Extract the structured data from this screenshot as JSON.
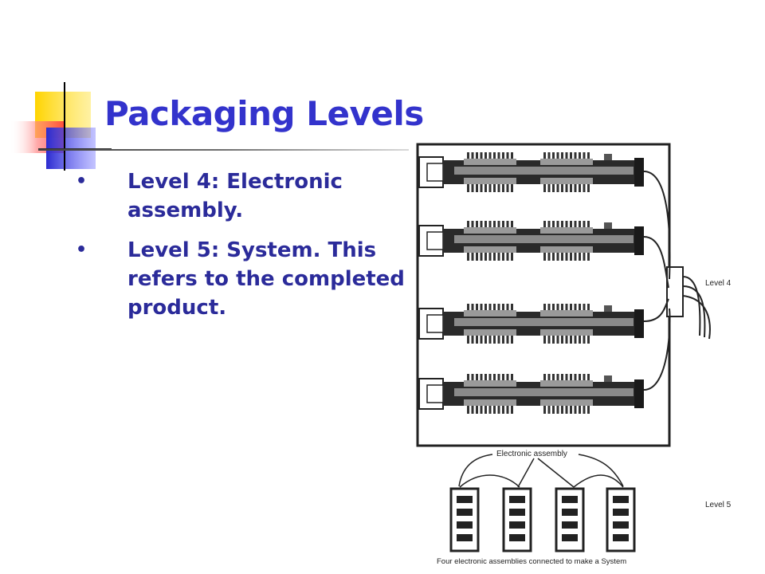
{
  "slide": {
    "title": "Packaging Levels",
    "bullets": [
      {
        "marker": "•",
        "text": "Level 4: Electronic assembly."
      },
      {
        "marker": "•",
        "text": "Level 5: System. This refers to the completed product."
      }
    ]
  },
  "diagram": {
    "label_level4": "Level 4",
    "label_level5": "Level 5",
    "label_electronic_assembly": "Electronic assembly",
    "caption": "Four electronic assemblies connected to make a System"
  },
  "colors": {
    "title": "#3333cc",
    "bullet_text": "#2b2b9a",
    "accent_yellow": "#ffcc00",
    "accent_blue": "#3333cc",
    "accent_red": "#ff3333"
  }
}
